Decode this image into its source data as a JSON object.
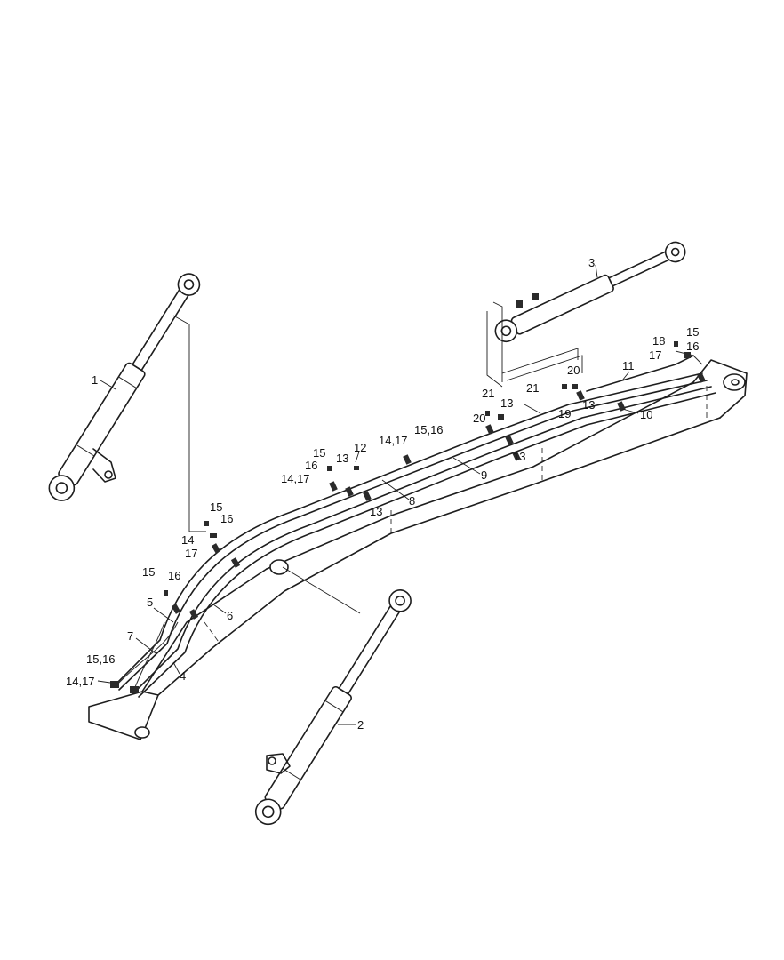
{
  "callouts": [
    {
      "id": "c1",
      "text": "1"
    },
    {
      "id": "c2",
      "text": "2"
    },
    {
      "id": "c3",
      "text": "3"
    },
    {
      "id": "c4",
      "text": "4"
    },
    {
      "id": "c5",
      "text": "5"
    },
    {
      "id": "c6",
      "text": "6"
    },
    {
      "id": "c7",
      "text": "7"
    },
    {
      "id": "c8",
      "text": "8"
    },
    {
      "id": "c9",
      "text": "9"
    },
    {
      "id": "c10",
      "text": "10"
    },
    {
      "id": "c11",
      "text": "11"
    },
    {
      "id": "c12",
      "text": "12"
    },
    {
      "id": "c13a",
      "text": "13"
    },
    {
      "id": "c13b",
      "text": "13"
    },
    {
      "id": "c13c",
      "text": "13"
    },
    {
      "id": "c13d",
      "text": "13"
    },
    {
      "id": "c13e",
      "text": "13"
    },
    {
      "id": "c14",
      "text": "14"
    },
    {
      "id": "c14_17a",
      "text": "14,17"
    },
    {
      "id": "c14_17b",
      "text": "14,17"
    },
    {
      "id": "c14_17c",
      "text": "14,17"
    },
    {
      "id": "c15a",
      "text": "15"
    },
    {
      "id": "c15b",
      "text": "15"
    },
    {
      "id": "c15c",
      "text": "15"
    },
    {
      "id": "c15d",
      "text": "15"
    },
    {
      "id": "c15_16a",
      "text": "15,16"
    },
    {
      "id": "c15_16b",
      "text": "15,16"
    },
    {
      "id": "c16a",
      "text": "16"
    },
    {
      "id": "c16b",
      "text": "16"
    },
    {
      "id": "c16c",
      "text": "16"
    },
    {
      "id": "c16d",
      "text": "16"
    },
    {
      "id": "c17a",
      "text": "17"
    },
    {
      "id": "c17b",
      "text": "17"
    },
    {
      "id": "c18",
      "text": "18"
    },
    {
      "id": "c19",
      "text": "19"
    },
    {
      "id": "c20a",
      "text": "20"
    },
    {
      "id": "c20b",
      "text": "20"
    },
    {
      "id": "c21a",
      "text": "21"
    },
    {
      "id": "c21b",
      "text": "21"
    }
  ]
}
